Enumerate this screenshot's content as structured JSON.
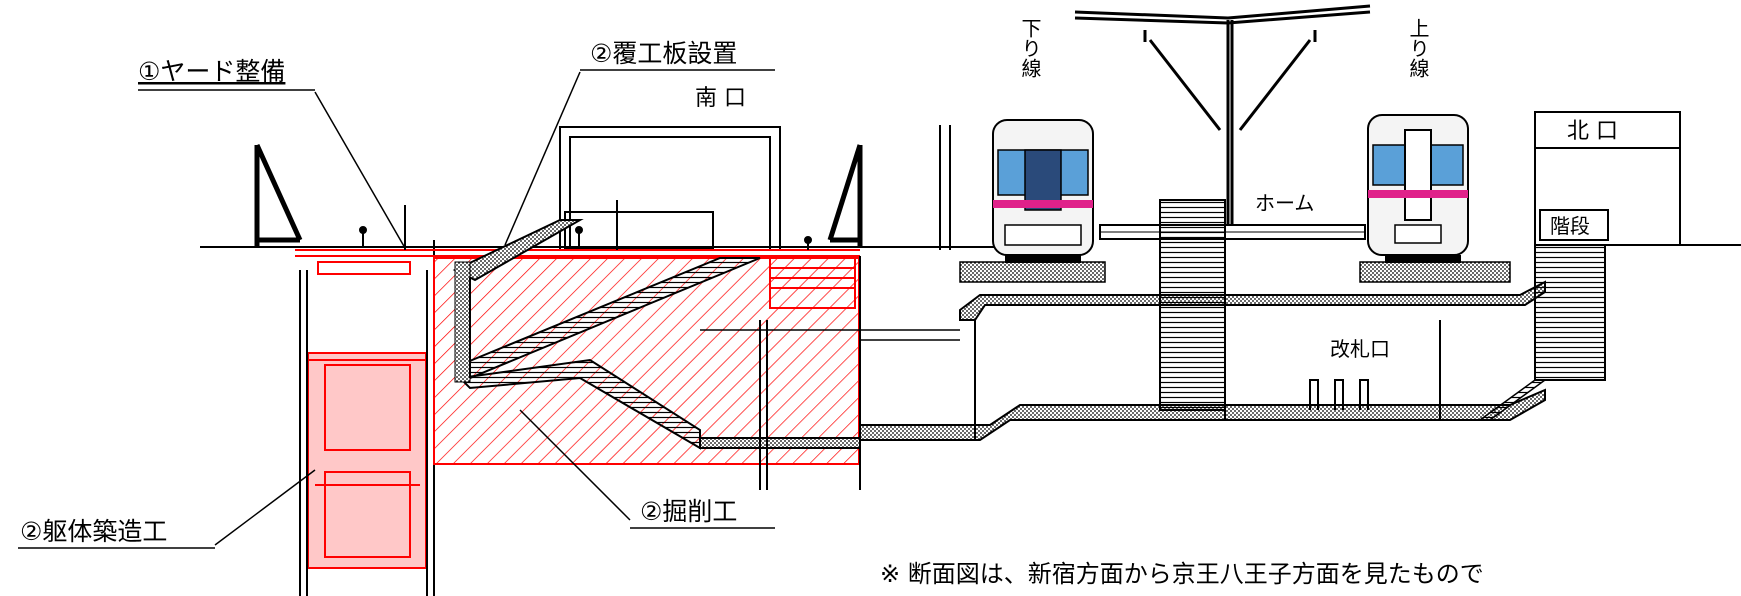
{
  "labels": {
    "yard": "①ヤード整備",
    "cover": "②覆工板設置",
    "body": "②躯体築造工",
    "dig": "②掘削工",
    "south": "南 口",
    "north": "北 口",
    "stairs": "階段",
    "home": "ホーム",
    "gate": "改札口",
    "down_line": "下り線",
    "up_line": "上り線",
    "note": "※ 断面図は、新宿方面から京王八王子方面を見たもので"
  },
  "colors": {
    "construction": "#ff0000",
    "construction_fill": "#ffc8c8",
    "structure": "#000000",
    "train_band": "#e0218a",
    "train_window": "#5aa0d8"
  }
}
